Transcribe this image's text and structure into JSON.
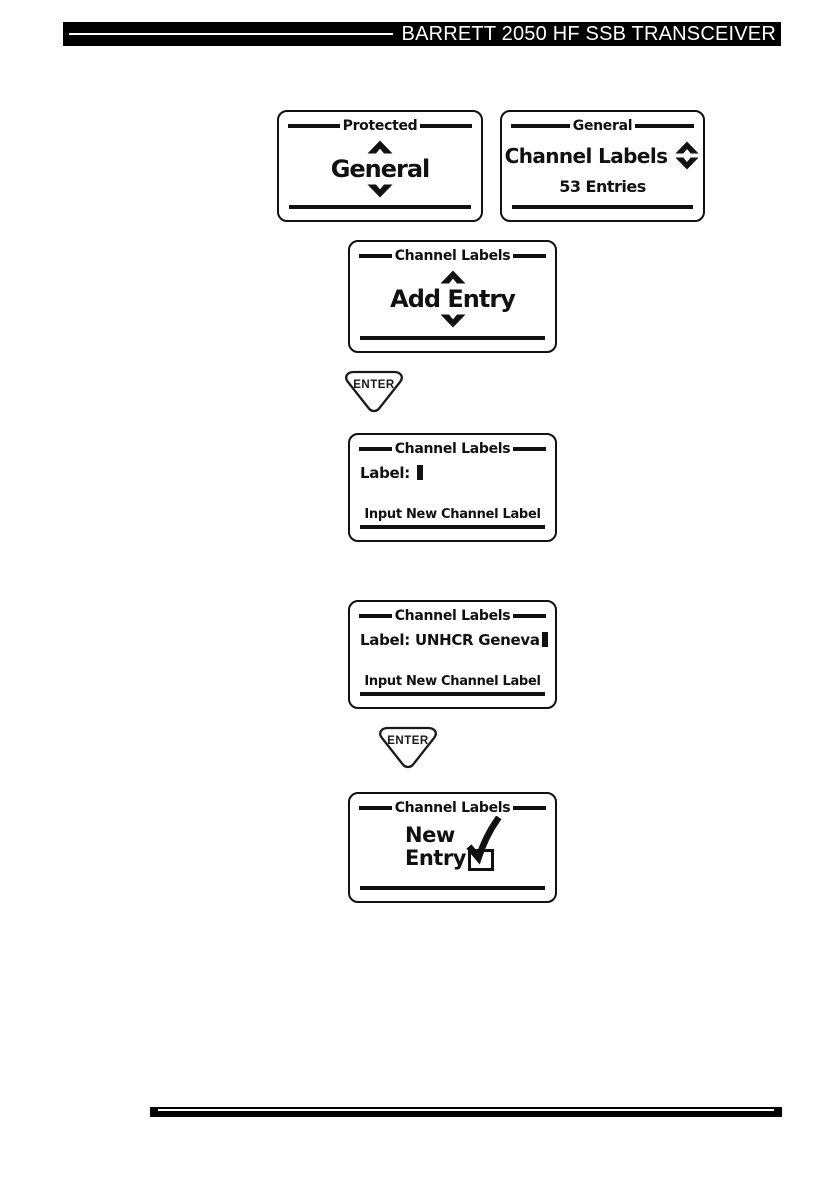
{
  "header": {
    "title": "BARRETT 2050 HF SSB TRANSCEIVER"
  },
  "enter_key": {
    "label": "ENTER"
  },
  "screens": {
    "protected": {
      "title": "Protected",
      "selection": "General"
    },
    "general": {
      "title": "General",
      "selection": "Channel Labels",
      "info": "53 Entries"
    },
    "add_entry": {
      "title": "Channel Labels",
      "selection": "Add Entry"
    },
    "label_input_empty": {
      "title": "Channel Labels",
      "field_label": "Label:",
      "field_value": "",
      "hint": "Input New Channel Label"
    },
    "label_input_filled": {
      "title": "Channel Labels",
      "field_label": "Label:",
      "field_value": "UNHCR Geneva",
      "hint": "Input New Channel Label"
    },
    "new_entry_confirm": {
      "title": "Channel Labels",
      "line1": "New",
      "line2": "Entry"
    }
  },
  "icons": {
    "scroll_up": "chevron-up-icon",
    "scroll_down": "chevron-down-icon",
    "confirm": "checkbox-check-icon",
    "cursor": "text-cursor-block"
  },
  "colors": {
    "ink": "#111111",
    "paper": "#ffffff"
  }
}
